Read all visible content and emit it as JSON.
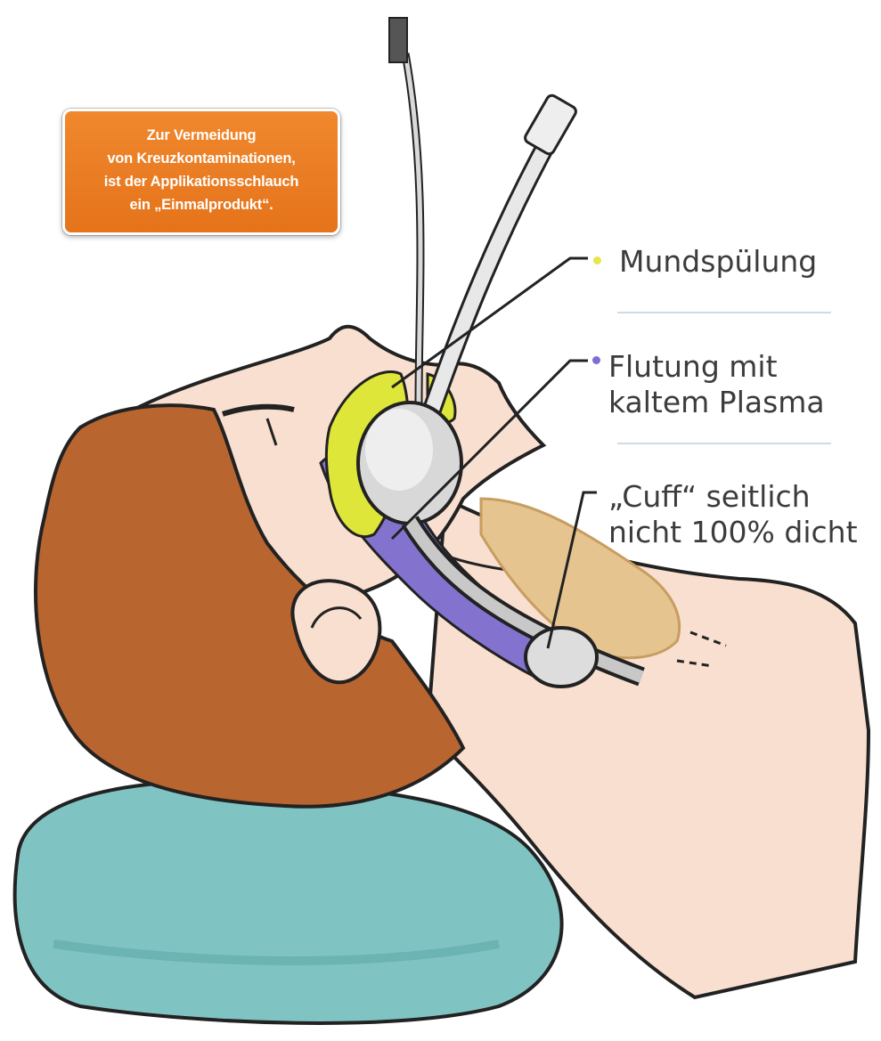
{
  "callout": {
    "lines": [
      "Zur Vermeidung",
      "von Kreuzkontaminationen,",
      "ist der Applikationsschlauch",
      "ein „Einmalprodukt“."
    ]
  },
  "labels": [
    {
      "lines": [
        "Mundspülung"
      ],
      "marker_color": "#e6e64a"
    },
    {
      "lines": [
        "Flutung mit",
        "kaltem Plasma"
      ],
      "marker_color": "#7b6fd3"
    },
    {
      "lines": [
        "„Cuff“ seitlich",
        "nicht 100% dicht"
      ]
    }
  ],
  "colors": {
    "callout": "#ee7f22",
    "rinse_zone": "#dfe63a",
    "plasma_zone": "#8373cf",
    "hair": "#b9652f",
    "skin": "#f9dfcf",
    "pillow": "#7fc4c3",
    "trachea": "#e6c48f"
  }
}
